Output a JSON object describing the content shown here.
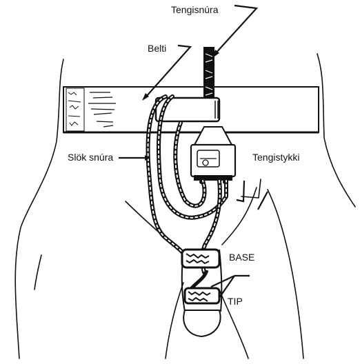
{
  "labels": {
    "connector_cable": "Tengisnúra",
    "belt": "Belti",
    "slack_cord": "Slök snúra",
    "connector_unit": "Tengistykki",
    "base": "BASE",
    "tip": "TIP"
  },
  "colors": {
    "ink": "#111111",
    "paper": "#ffffff"
  }
}
